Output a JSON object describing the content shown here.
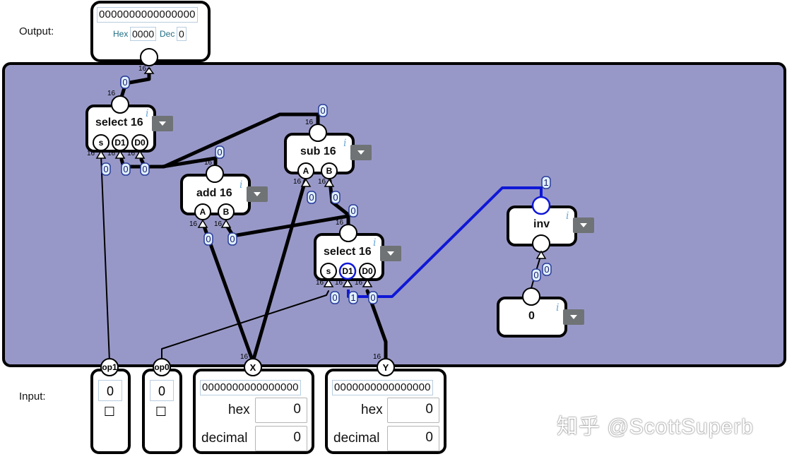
{
  "labels": {
    "output": "Output:",
    "input": "Input:"
  },
  "output_panel": {
    "bits": "0000000000000000",
    "hex_label": "Hex",
    "hex_value": "0000",
    "dec_label": "Dec",
    "dec_value": "0"
  },
  "chips": {
    "select_top": {
      "label": "select 16",
      "ports": [
        "s",
        "D1",
        "D0"
      ]
    },
    "sub": {
      "label": "sub 16",
      "ports": [
        "A",
        "B"
      ]
    },
    "add": {
      "label": "add 16",
      "ports": [
        "A",
        "B"
      ]
    },
    "select_mid": {
      "label": "select 16",
      "ports": [
        "s",
        "D1",
        "D0"
      ]
    },
    "inv": {
      "label": "inv"
    },
    "const": {
      "label": "0"
    },
    "info_glyph": "i"
  },
  "wire_values": {
    "out_in": "0",
    "sel_top_out": "0",
    "sel_top_s": "0",
    "sel_top_d1": "0",
    "sel_top_d0": "0",
    "sub_out": "0",
    "add_out": "0",
    "sub_a": "0",
    "sub_b": "0",
    "add_a": "0",
    "add_b": "0",
    "sel_mid_out": "0",
    "sel_mid_s": "0",
    "sel_mid_d1": "1",
    "sel_mid_d0": "0",
    "inv_out": "1",
    "inv_in_a": "0",
    "inv_in_b": "0"
  },
  "bus_width": "16",
  "inputs": {
    "op1": {
      "name": "op1",
      "value": "0",
      "check": "☐"
    },
    "op0": {
      "name": "op0",
      "value": "0",
      "check": "☐"
    },
    "x": {
      "name": "X",
      "bits": "0000000000000000",
      "hex_label": "hex",
      "hex_value": "0",
      "dec_label": "decimal",
      "dec_value": "0"
    },
    "y": {
      "name": "Y",
      "bits": "0000000000000000",
      "hex_label": "hex",
      "hex_value": "0",
      "dec_label": "decimal",
      "dec_value": "0"
    }
  },
  "watermark": "知乎 @ScottSuperb",
  "colors": {
    "canvas": "#9898c8",
    "wire": "#000000",
    "active_wire": "#0f18d6",
    "port_bg": "#ffffff",
    "label_bubble_border": "#2a3d9a",
    "label_bubble_bg": "#dff0ff"
  }
}
